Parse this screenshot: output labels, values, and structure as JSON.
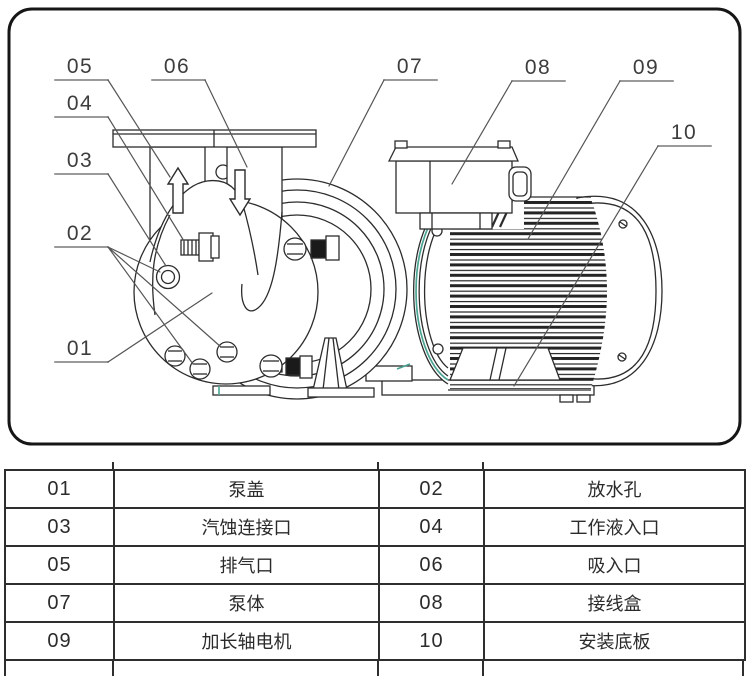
{
  "diagram": {
    "callouts": [
      {
        "num": "01",
        "part": "泵盖"
      },
      {
        "num": "02",
        "part": "放水孔"
      },
      {
        "num": "03",
        "part": "汽蚀连接口"
      },
      {
        "num": "04",
        "part": "工作液入口"
      },
      {
        "num": "05",
        "part": "排气口"
      },
      {
        "num": "06",
        "part": "吸入口"
      },
      {
        "num": "07",
        "part": "泵体"
      },
      {
        "num": "08",
        "part": "接线盒"
      },
      {
        "num": "09",
        "part": "加长轴电机"
      },
      {
        "num": "10",
        "part": "安装底板"
      }
    ],
    "colors": {
      "line": "#2c2c2c",
      "accent_teal": "#4aa392",
      "label_text": "#3d3d3d",
      "underline": "#9a9a9a"
    }
  },
  "table": {
    "rows": [
      {
        "c0": "01",
        "c1": "泵盖",
        "c2": "02",
        "c3": "放水孔"
      },
      {
        "c0": "03",
        "c1": "汽蚀连接口",
        "c2": "04",
        "c3": "工作液入口"
      },
      {
        "c0": "05",
        "c1": "排气口",
        "c2": "06",
        "c3": "吸入口"
      },
      {
        "c0": "07",
        "c1": "泵体",
        "c2": "08",
        "c3": "接线盒"
      },
      {
        "c0": "09",
        "c1": "加长轴电机",
        "c2": "10",
        "c3": "安装底板"
      }
    ]
  }
}
